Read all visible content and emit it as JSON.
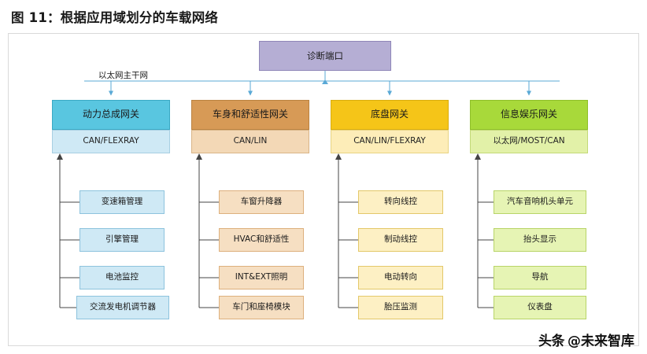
{
  "figure": {
    "title": "图 11：根据应用域划分的车载网络"
  },
  "diagram": {
    "type": "hierarchy",
    "root": {
      "label": "诊断端口",
      "color": "#b5aed4"
    },
    "backbone_label": "以太网主干网",
    "columns": [
      {
        "id": "powertrain",
        "gateway": "动力总成网关",
        "gateway_color": "#59c6e0",
        "protocols": "CAN/FLEXRAY",
        "protocols_color": "#cfe9f5",
        "nodes": [
          "变速箱管理",
          "引擎管理",
          "电池监控",
          "交流发电机调节器"
        ]
      },
      {
        "id": "body-comfort",
        "gateway": "车身和舒适性网关",
        "gateway_color": "#d79a56",
        "protocols": "CAN/LIN",
        "protocols_color": "#f3d8b6",
        "nodes": [
          "车窗升降器",
          "HVAC和舒适性",
          "INT&EXT照明",
          "车门和座椅模块"
        ]
      },
      {
        "id": "chassis",
        "gateway": "底盘网关",
        "gateway_color": "#f5c518",
        "protocols": "CAN/LIN/FLEXRAY",
        "protocols_color": "#fdedb8",
        "nodes": [
          "转向线控",
          "制动线控",
          "电动转向",
          "胎压监测"
        ]
      },
      {
        "id": "infotainment",
        "gateway": "信息娱乐网关",
        "gateway_color": "#a8d93a",
        "protocols": "以太网/MOST/CAN",
        "protocols_color": "#e2f1a8",
        "nodes": [
          "汽车音响机头单元",
          "抬头显示",
          "导航",
          "仪表盘"
        ]
      }
    ]
  },
  "watermark": {
    "logo": "头条",
    "text": "@未来智库"
  }
}
